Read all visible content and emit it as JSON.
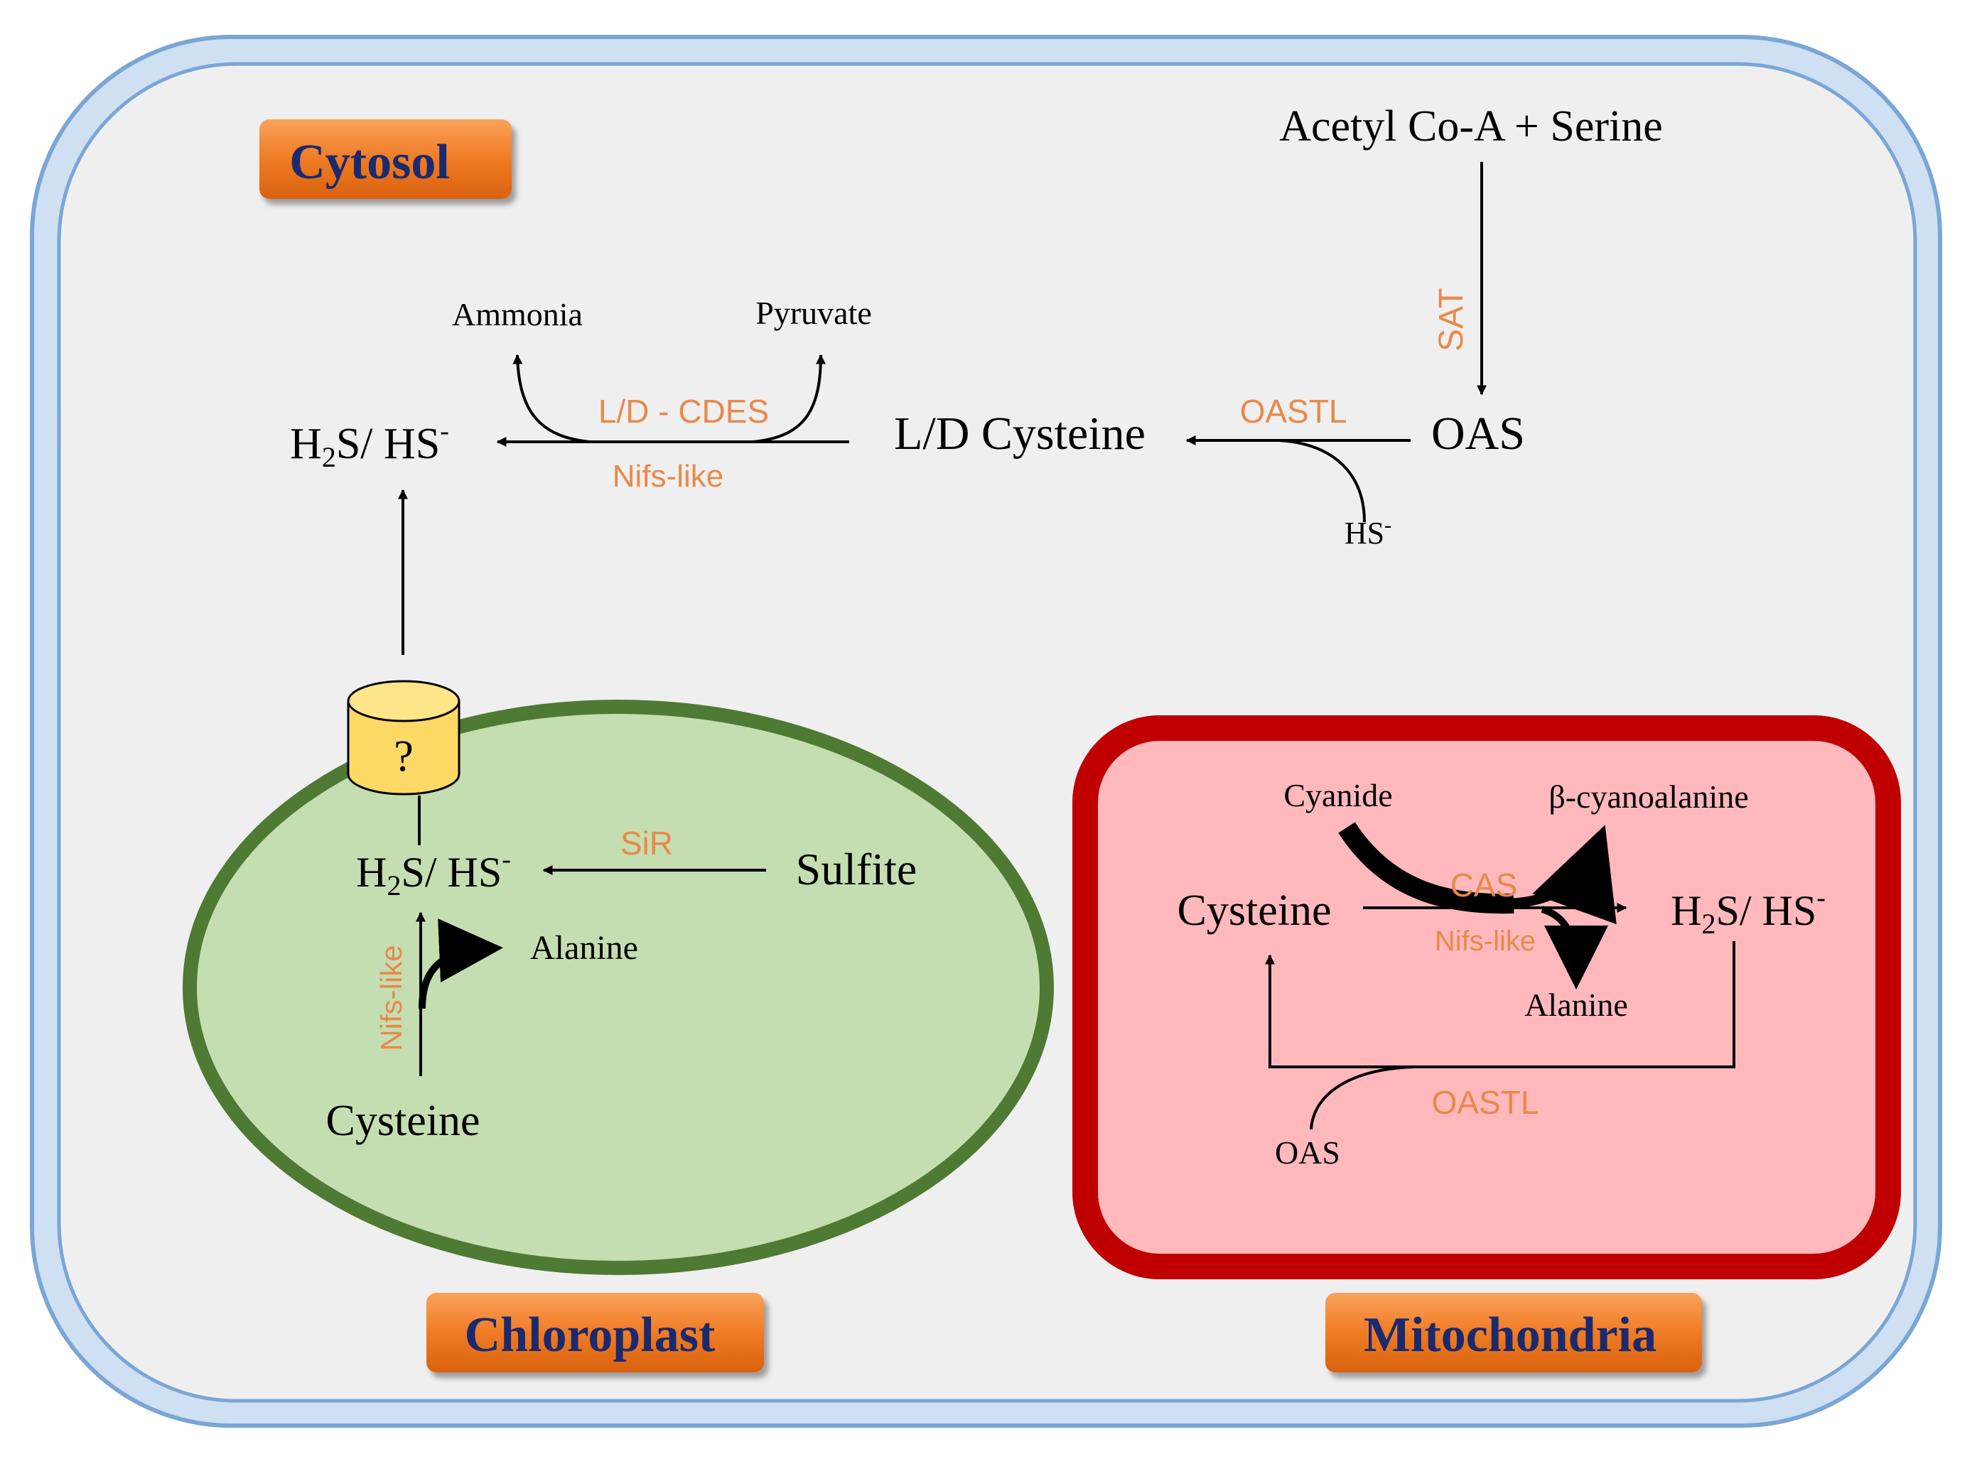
{
  "compartments": {
    "cytosol": "Cytosol",
    "chloroplast": "Chloroplast",
    "mitochondria": "Mitochondria"
  },
  "cytosol": {
    "acetyl_serine": "Acetyl Co-A + Serine",
    "sat": "SAT",
    "oas": "OAS",
    "oastl": "OASTL",
    "hs_minus_base": "HS",
    "minus": "-",
    "ld_cysteine": "L/D Cysteine",
    "ld_cdes": "L/D - CDES",
    "nifs_like": "Nifs-like",
    "ammonia": "Ammonia",
    "pyruvate": "Pyruvate",
    "h2s_h": "H",
    "h2s_2": "2",
    "h2s_rest": "S/ HS"
  },
  "chloroplast": {
    "transporter": "?",
    "sir": "SiR",
    "sulfite": "Sulfite",
    "nifs_like": "Nifs-like",
    "alanine": "Alanine",
    "cysteine": "Cysteine"
  },
  "mitochondria": {
    "cyanide": "Cyanide",
    "b_cyanoalanine": "β-cyanoalanine",
    "cas": "CAS",
    "nifs_like": "Nifs-like",
    "cysteine": "Cysteine",
    "alanine": "Alanine",
    "oastl": "OASTL",
    "oas": "OAS"
  },
  "colors": {
    "cell_outer": "#a9c8e8",
    "cell_fill": "#efefef",
    "enzyme": "#e8894a",
    "chloroplast_border": "#4e7a33",
    "chloroplast_fill": "#c5deb1",
    "mito_border": "#c00000",
    "mito_fill": "#ffb9bd",
    "label_box": "#f07b25",
    "label_text": "#1a2a6e",
    "transporter": "#ffd966"
  }
}
